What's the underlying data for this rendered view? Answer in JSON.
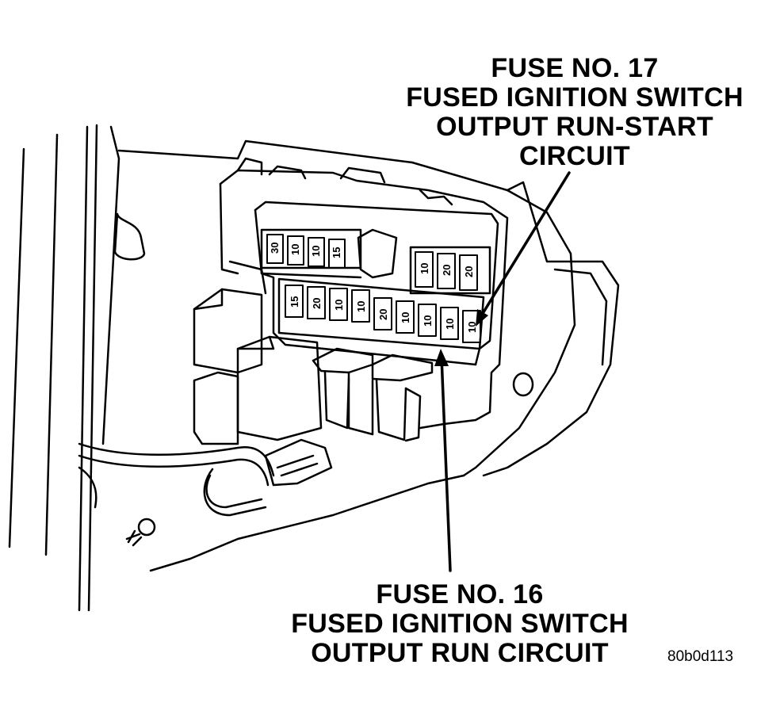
{
  "callout_top": {
    "line1": "FUSE NO. 17",
    "line2": "FUSED IGNITION SWITCH",
    "line3": "OUTPUT RUN-START",
    "line4": "CIRCUIT"
  },
  "callout_bottom": {
    "line1": "FUSE NO. 16",
    "line2": "FUSED IGNITION SWITCH",
    "line3": "OUTPUT RUN CIRCUIT"
  },
  "figure_id": "80b0d113",
  "fuse_ratings": {
    "top_left_row": [
      "30",
      "10",
      "10",
      "15"
    ],
    "top_right_row": [
      "10",
      "20",
      "20"
    ],
    "bottom_row": [
      "15",
      "20",
      "10",
      "10",
      "20",
      "10",
      "10",
      "10",
      "10"
    ]
  },
  "colors": {
    "line": "#000000",
    "background": "#ffffff"
  }
}
